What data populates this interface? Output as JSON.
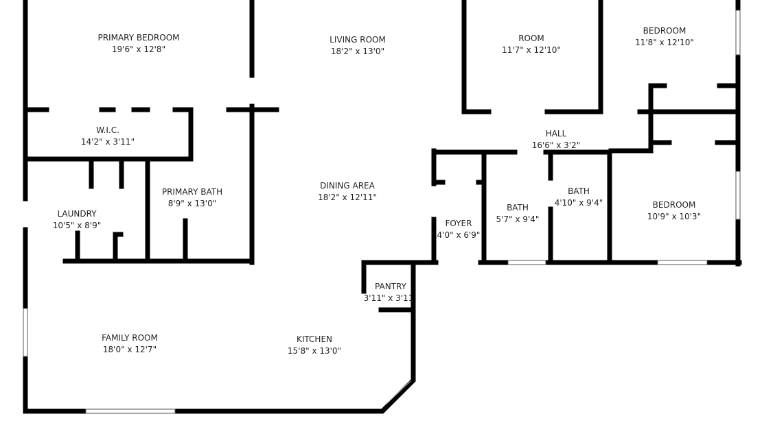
{
  "rooms": [
    {
      "name": "PRIMARY BEDROOM",
      "size": "19'6\" x 12'8\""
    },
    {
      "name": "LIVING ROOM",
      "size": "18'2\" x 13'0\""
    },
    {
      "name": "ROOM",
      "size": "11'7\" x 12'10\""
    },
    {
      "name": "BEDROOM",
      "size": "11'8\" x 12'10\""
    },
    {
      "name": "W.I.C.",
      "size": "14'2\" x 3'11\""
    },
    {
      "name": "HALL",
      "size": "16'6\" x 3'2\""
    },
    {
      "name": "DINING AREA",
      "size": "18'2\" x 12'11\""
    },
    {
      "name": "PRIMARY BATH",
      "size": "8'9\" x 13'0\""
    },
    {
      "name": "BATH",
      "size": "4'10\" x 9'4\""
    },
    {
      "name": "LAUNDRY",
      "size": "10'5\" x 8'9\""
    },
    {
      "name": "BATH",
      "size": "5'7\" x 9'4\""
    },
    {
      "name": "BEDROOM",
      "size": "10'9\" x 10'3\""
    },
    {
      "name": "FOYER",
      "size": "4'0\" x 6'9\""
    },
    {
      "name": "PANTRY",
      "size": "3'11\" x 3'11"
    },
    {
      "name": "FAMILY ROOM",
      "size": "18'0\" x 12'7\""
    },
    {
      "name": "KITCHEN",
      "size": "15'8\" x 13'0\""
    }
  ]
}
